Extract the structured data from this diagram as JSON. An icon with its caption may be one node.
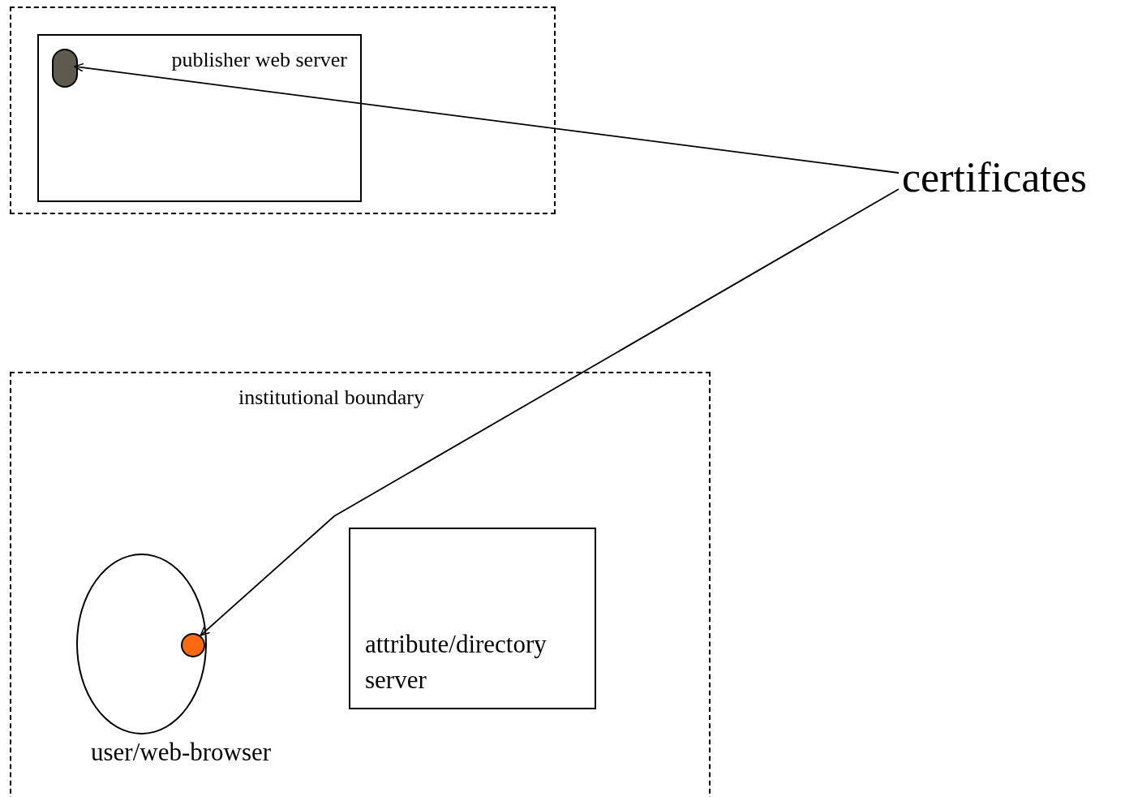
{
  "diagram": {
    "nodes": [
      {
        "text": [],
        "shape": "box"
      },
      {
        "text": [
          "publisher web server"
        ],
        "in": 0
      },
      {
        "text": [],
        "shape": "circle",
        "in": 1
      },
      {
        "text": [
          "certificates"
        ]
      },
      {
        "text": [
          "institutional boundary"
        ]
      },
      {
        "text": [
          "user/web-browser"
        ],
        "in": 4
      },
      {
        "text": [],
        "shape": "circle",
        "in": 5
      },
      {
        "text": [
          "attribute/directory server"
        ],
        "in": 4
      }
    ],
    "edges": [
      {
        "from": 3,
        "to": 2,
        "arrow": "to"
      },
      {
        "from": 3,
        "to": 6,
        "arrow": "to"
      }
    ]
  }
}
